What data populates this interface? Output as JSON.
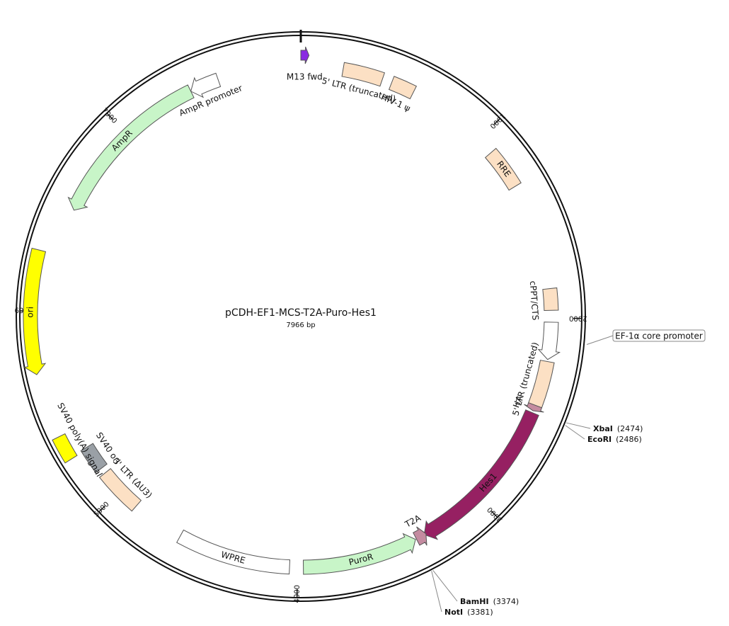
{
  "plasmid": {
    "name": "pCDH-EF1-MCS-T2A-Puro-Hes1",
    "size_label": "7966 bp",
    "length": 7966
  },
  "ticks": [
    {
      "pos": 1000,
      "label": "1000"
    },
    {
      "pos": 2000,
      "label": "2000"
    },
    {
      "pos": 3000,
      "label": "3000"
    },
    {
      "pos": 4000,
      "label": "4000"
    },
    {
      "pos": 5000,
      "label": "5000"
    },
    {
      "pos": 6000,
      "label": "6000"
    },
    {
      "pos": 7000,
      "label": "7000"
    }
  ],
  "features": [
    {
      "id": "m13-fwd",
      "label": "M13 fwd",
      "start": 0,
      "end": 40,
      "track": 1,
      "shape": "arrow-cw",
      "color": "#8a2be2"
    },
    {
      "id": "ltr5-trunc-a",
      "label": "5' LTR (truncated)",
      "start": 215,
      "end": 420,
      "track": 2,
      "shape": "box",
      "color": "#fce0c4"
    },
    {
      "id": "hiv1-psi",
      "label": "HIV-1 ψ",
      "start": 470,
      "end": 590,
      "track": 2,
      "shape": "box",
      "color": "#fce0c4"
    },
    {
      "id": "rre",
      "label": "RRE",
      "start": 1090,
      "end": 1300,
      "track": 2,
      "shape": "box",
      "color": "#fce0c4"
    },
    {
      "id": "cppt-cts",
      "label": "cPPT/CTS",
      "start": 1850,
      "end": 1960,
      "track": 2,
      "shape": "box",
      "color": "#fce0c4"
    },
    {
      "id": "ef1a-core",
      "label": "EF-1α core promoter",
      "start": 2020,
      "end": 2210,
      "track": 2,
      "shape": "arrow-cw",
      "color": "#ffffff"
    },
    {
      "id": "ltr5-trunc-b",
      "label": "5' LTR (truncated)",
      "start": 2220,
      "end": 2450,
      "track": 2,
      "shape": "box",
      "color": "#fce0c4"
    },
    {
      "id": "ha",
      "label": "HA",
      "start": 2450,
      "end": 2480,
      "track": 2,
      "shape": "arrow-cw",
      "color": "#c48ba0"
    },
    {
      "id": "hes1",
      "label": "Hes1",
      "start": 2490,
      "end": 3330,
      "track": 2,
      "shape": "arrow-cw",
      "color": "#962062"
    },
    {
      "id": "t2a",
      "label": "T2A",
      "start": 3320,
      "end": 3375,
      "track": 2,
      "shape": "arrow-ccw",
      "color": "#c48ba0"
    },
    {
      "id": "puror",
      "label": "PuroR",
      "start": 3380,
      "end": 3970,
      "track": 2,
      "shape": "arrow-ccw",
      "color": "#c8f5c8"
    },
    {
      "id": "wpre",
      "label": "WPRE",
      "start": 4040,
      "end": 4620,
      "track": 2,
      "shape": "box",
      "color": "#ffffff"
    },
    {
      "id": "ltr3-du3",
      "label": "3' LTR (ΔU3)",
      "start": 4890,
      "end": 5120,
      "track": 2,
      "shape": "box",
      "color": "#fce0c4"
    },
    {
      "id": "sv40-polya",
      "label": "SV40 poly(A) signal",
      "start": 5270,
      "end": 5390,
      "track": 3,
      "shape": "box",
      "color": "#ffff00"
    },
    {
      "id": "sv40-ori",
      "label": "SV40 ori",
      "start": 5150,
      "end": 5280,
      "track": 2,
      "shape": "box",
      "color": "#9aa0a6"
    },
    {
      "id": "ori",
      "label": "ori",
      "start": 5700,
      "end": 6290,
      "track": 3,
      "shape": "arrow-ccw",
      "color": "#ffff00"
    },
    {
      "id": "ampr",
      "label": "AmpR",
      "start": 6530,
      "end": 7390,
      "track": 2,
      "shape": "arrow-ccw",
      "color": "#c8f5c8"
    },
    {
      "id": "ampr-promoter",
      "label": "AmpR promoter",
      "start": 7390,
      "end": 7540,
      "track": 2,
      "shape": "arrow-ccw",
      "color": "#ffffff"
    }
  ],
  "sites": [
    {
      "name": "XbaI",
      "pos_label": "(2474)",
      "pos": 2474
    },
    {
      "name": "EcoRI",
      "pos_label": "(2486)",
      "pos": 2486
    },
    {
      "name": "BamHI",
      "pos_label": "(3374)",
      "pos": 3374
    },
    {
      "name": "NotI",
      "pos_label": "(3381)",
      "pos": 3381
    }
  ],
  "colors": {
    "backbone": "#111111",
    "leader": "#888888"
  }
}
